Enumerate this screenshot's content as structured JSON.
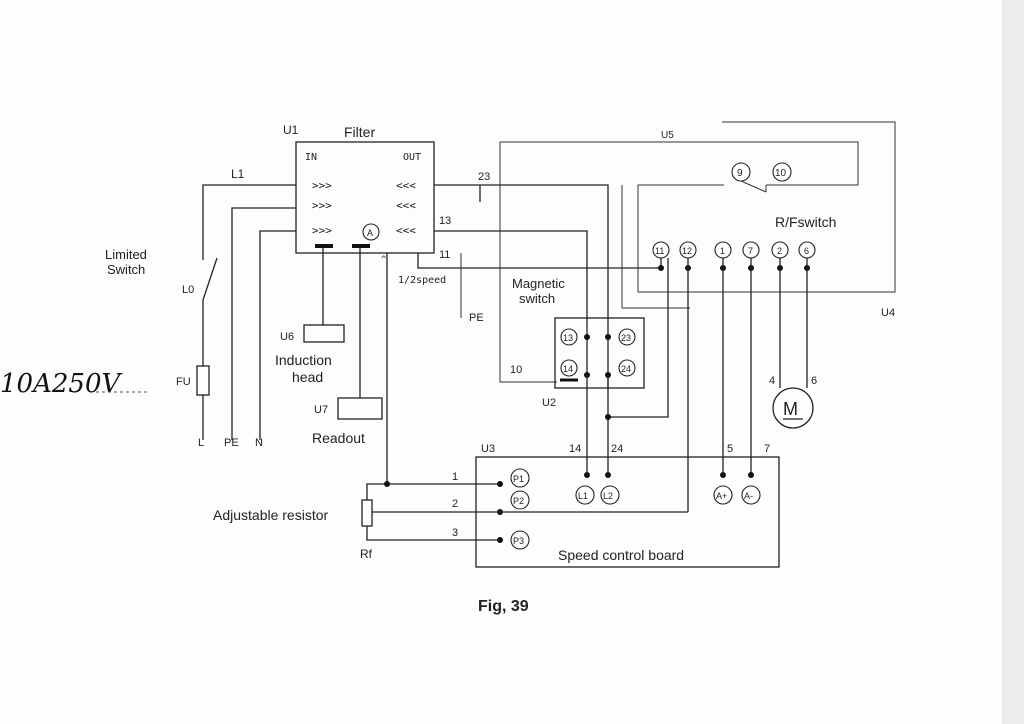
{
  "figure": {
    "caption": "Fig, 39",
    "handwritten_note": "10A250V"
  },
  "units": {
    "u1": "U1",
    "u2": "U2",
    "u3": "U3",
    "u4": "U4",
    "u5": "U5",
    "u6": "U6",
    "u7": "U7"
  },
  "labels": {
    "filter": "Filter",
    "filter_in": "IN",
    "filter_out": "OUT",
    "ammeter": "A",
    "limited_switch_line1": "Limited",
    "limited_switch_line2": "Switch",
    "l0": "L0",
    "l1": "L1",
    "fu": "FU",
    "l": "L",
    "pe": "PE",
    "n": "N",
    "pe_right": "PE",
    "induction_head_line1": "Induction",
    "induction_head_line2": "head",
    "readout": "Readout",
    "half_speed": "1/2speed",
    "magnetic_switch_line1": "Magnetic",
    "magnetic_switch_line2": "switch",
    "rf_switch": "R/Fswitch",
    "motor": "M",
    "adjustable_resistor": "Adjustable resistor",
    "rf": "Rf",
    "speed_control_board": "Speed control board"
  },
  "wire_numbers": {
    "w23": "23",
    "w13": "13",
    "w11": "11",
    "w10": "10",
    "w14": "14",
    "w24": "24",
    "w5": "5",
    "w7": "7",
    "w4": "4",
    "w6": "6",
    "w1": "1",
    "w2": "2",
    "w3": "3"
  },
  "magnetic_switch_terminals": [
    "13",
    "23",
    "14",
    "24"
  ],
  "rf_switch_terminals_top": [
    "9",
    "10"
  ],
  "rf_switch_terminals_row": [
    "11",
    "12",
    "1",
    "7",
    "2",
    "6"
  ],
  "speed_board_terminals": [
    "P1",
    "P2",
    "P3",
    "L1",
    "L2",
    "A+",
    "A-"
  ]
}
